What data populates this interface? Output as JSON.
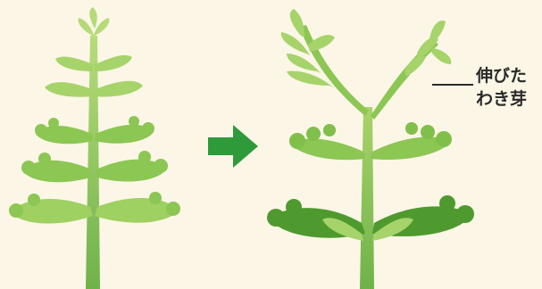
{
  "annotation": {
    "line1": "伸びた",
    "line2": "わき芽"
  },
  "colors": {
    "background": "#fbf6e6",
    "leaf_light": "#a9d36a",
    "leaf_mid": "#7fbf4a",
    "leaf_dark": "#4e9a2e",
    "stem": "#6fb24a",
    "arrow": "#2f9a3a",
    "text": "#2b2b2b"
  },
  "icons": {
    "before": "young-mugwort-plant-illustration",
    "arrow": "right-arrow-icon",
    "after": "grown-mugwort-plant-illustration"
  }
}
